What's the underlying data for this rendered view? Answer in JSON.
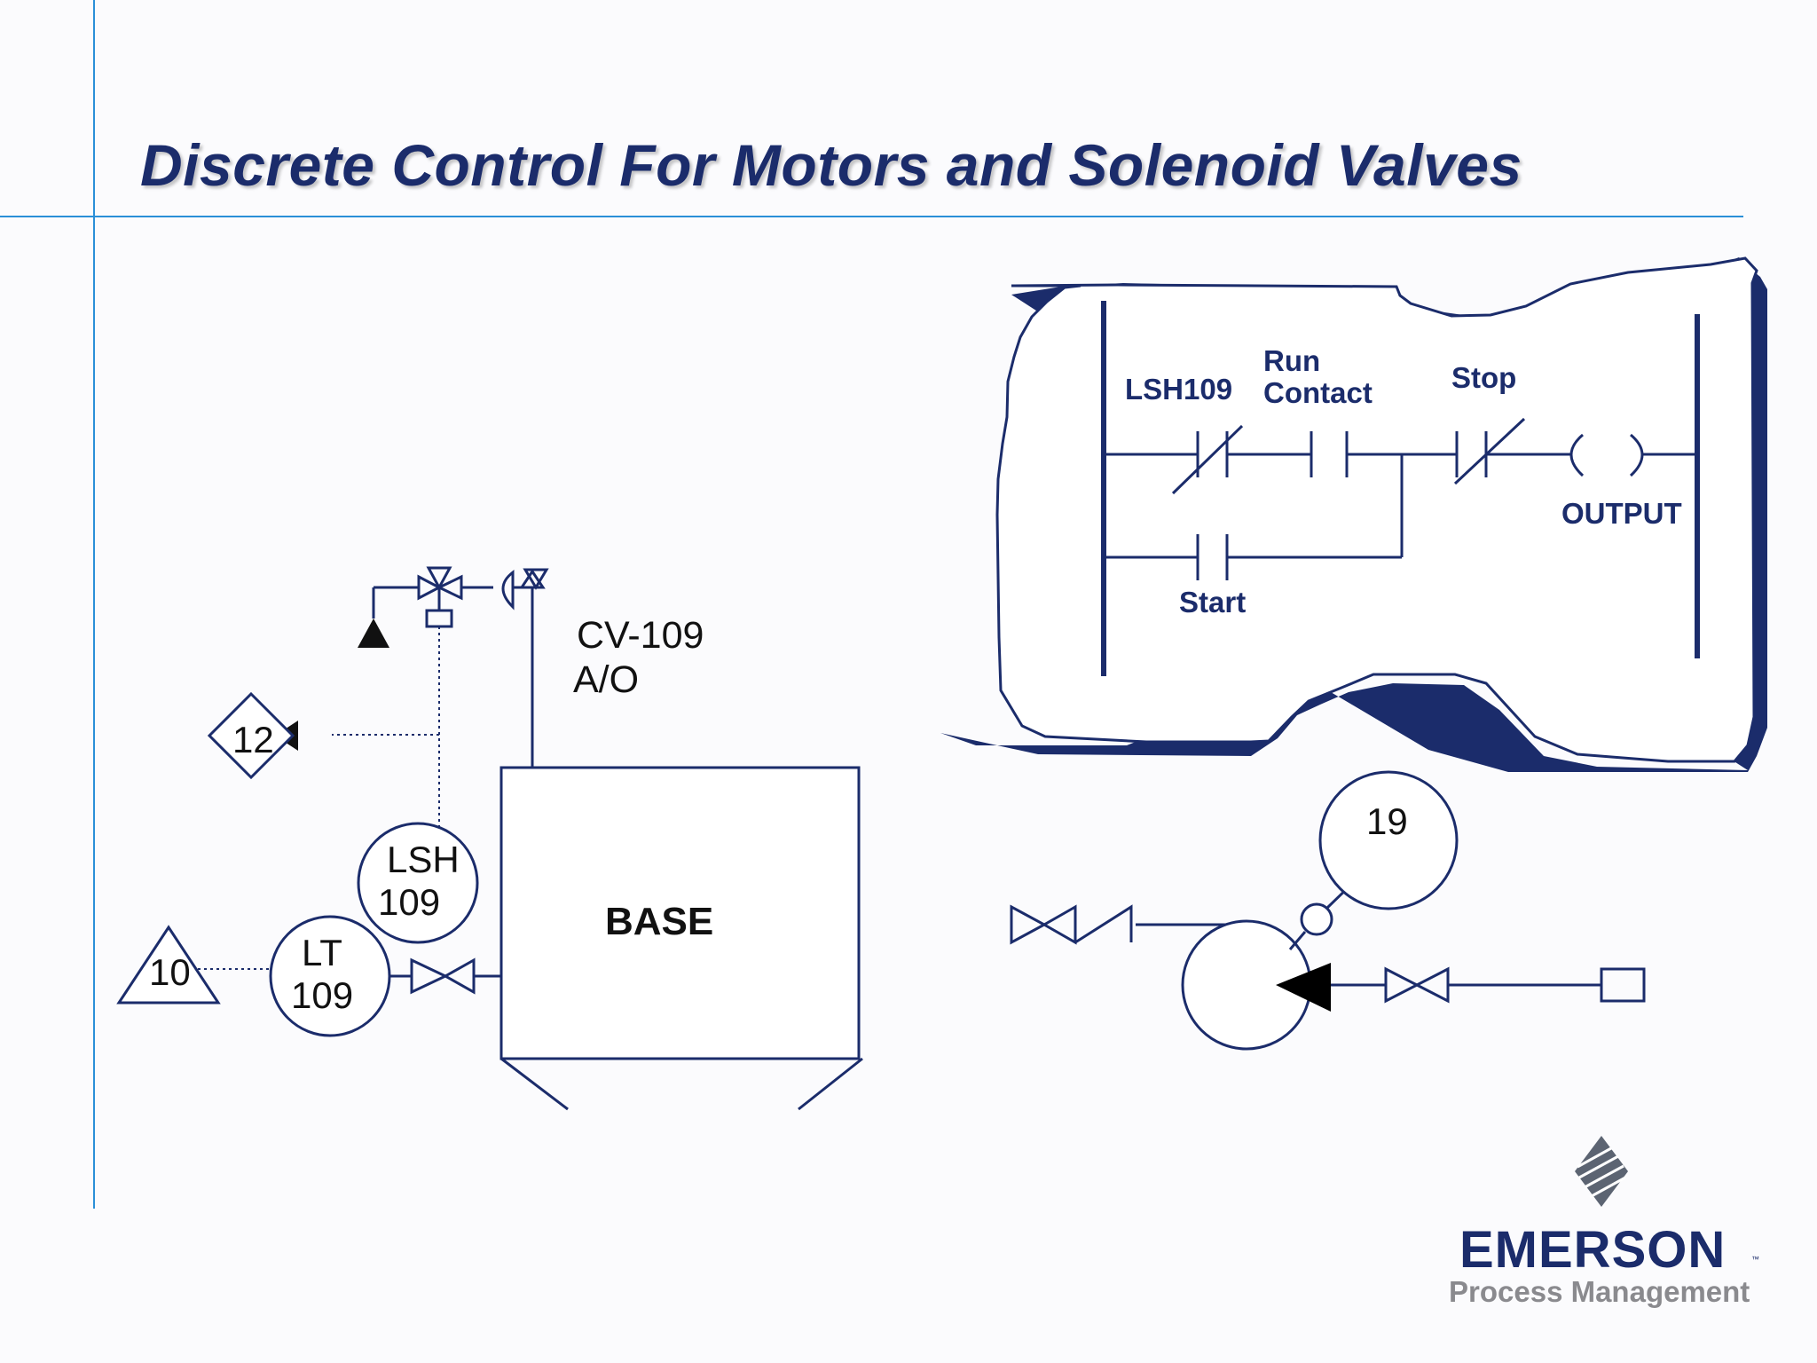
{
  "slide": {
    "title": "Discrete Control For Motors and Solenoid Valves",
    "accent_color": "#2a8fd8",
    "line_color": "#1b2c6b"
  },
  "pid": {
    "valve_tag": "CV-109",
    "valve_action": "A/O",
    "vessel_label": "BASE",
    "instruments": [
      {
        "id": "lsh",
        "line1": "LSH",
        "line2": "109",
        "shape": "circle"
      },
      {
        "id": "lt",
        "line1": "LT",
        "line2": "109",
        "shape": "circle"
      },
      {
        "id": "diamond",
        "text": "12",
        "shape": "diamond"
      },
      {
        "id": "triangle",
        "text": "10",
        "shape": "triangle"
      },
      {
        "id": "motor-ref",
        "text": "19",
        "shape": "circle"
      }
    ]
  },
  "ladder": {
    "contacts": [
      {
        "id": "lsh109",
        "label": "LSH109",
        "type": "normally-closed"
      },
      {
        "id": "run",
        "label_line1": "Run",
        "label_line2": "Contact",
        "type": "normally-open"
      },
      {
        "id": "stop",
        "label": "Stop",
        "type": "normally-closed"
      },
      {
        "id": "start",
        "label": "Start",
        "type": "normally-open"
      }
    ],
    "coil_label": "OUTPUT"
  },
  "logo": {
    "brand": "EMERSON",
    "trademark": "™",
    "subtitle": "Process Management",
    "brand_color": "#1b2c6b",
    "subtitle_color": "#8a8a8e"
  }
}
